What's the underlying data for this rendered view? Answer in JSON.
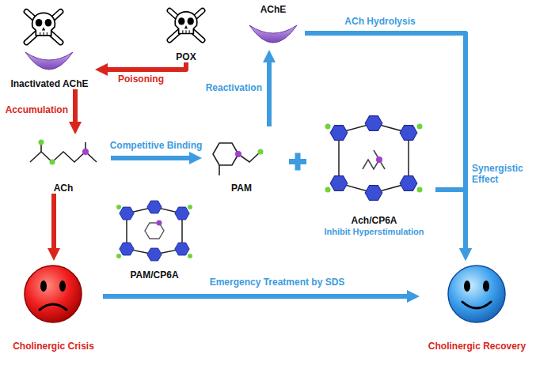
{
  "diagram": {
    "nodes": [
      {
        "text": [
          "Inactivated AChE"
        ]
      },
      {
        "text": [
          "POX"
        ]
      },
      {
        "text": [
          "AChE"
        ]
      },
      {
        "text": [
          "ACh"
        ]
      },
      {
        "text": [
          "PAM"
        ]
      },
      {
        "text": [
          "Ach/CP6A",
          "Inhibit Hyperstimulation"
        ]
      },
      {
        "text": [
          "PAM/CP6A"
        ]
      },
      {
        "text": [
          "Cholinergic Crisis"
        ]
      },
      {
        "text": [
          "Cholinergic Recovery"
        ]
      }
    ],
    "edges": [
      {
        "from": 1,
        "to": 0,
        "label": "Poisoning",
        "arrow": "to"
      },
      {
        "from": 0,
        "to": 3,
        "label": "Accumulation",
        "arrow": "to"
      },
      {
        "from": 3,
        "to": 7,
        "arrow": "to"
      },
      {
        "from": 3,
        "to": 4,
        "label": "Competitive Binding",
        "arrow": "to"
      },
      {
        "from": 4,
        "to": 2,
        "label": "Reactivation",
        "arrow": "to"
      },
      {
        "from": 2,
        "to": 8,
        "label": "ACh Hydrolysis",
        "arrow": "to"
      },
      {
        "from": 5,
        "to": 8,
        "label": "Synergistic Effect",
        "arrow": "to"
      },
      {
        "from": 7,
        "to": 8,
        "label": "Emergency Treatment by SDS",
        "arrow": "to"
      }
    ]
  }
}
